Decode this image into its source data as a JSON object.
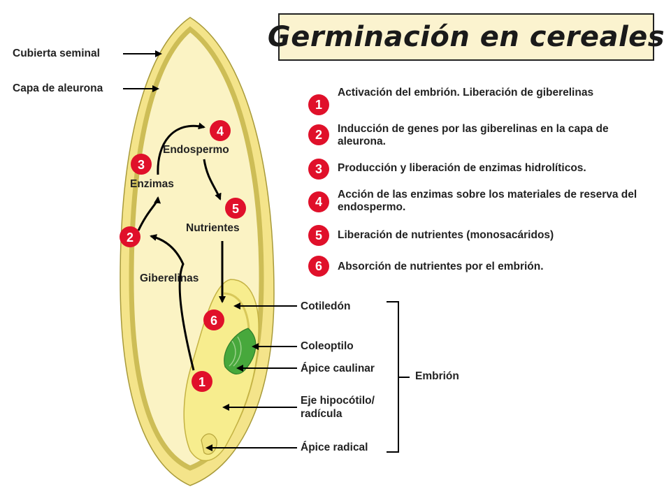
{
  "title": "Germinación en cereales",
  "steps": [
    {
      "number": "1",
      "text": "Activación del embrión. Liberación de giberelinas"
    },
    {
      "number": "2",
      "text": "Inducción de genes por las giberelinas en la capa de aleurona."
    },
    {
      "number": "3",
      "text": "Producción y liberación de enzimas hidrolíticos."
    },
    {
      "number": "4",
      "text": "Acción de las enzimas sobre los materiales de reserva del endospermo."
    },
    {
      "number": "5",
      "text": "Liberación de nutrientes (monosacáridos)"
    },
    {
      "number": "6",
      "text": "Absorción de nutrientes por el embrión."
    }
  ],
  "labels": {
    "seed_coat": "Cubierta seminal",
    "aleurone_layer": "Capa de aleurona",
    "endosperm": "Endospermo",
    "enzymes": "Enzimas",
    "nutrients": "Nutrientes",
    "gibberellins": "Giberelinas",
    "cotyledon": "Cotiledón",
    "coleoptile": "Coleoptilo",
    "shoot_apex": "Ápice caulinar",
    "hypocotyl_axis_line1": "Eje hipocótilo/",
    "hypocotyl_axis_line2": "radícula",
    "root_apex": "Ápice radical",
    "embryo": "Embrión"
  },
  "markers": [
    "1",
    "2",
    "3",
    "4",
    "5",
    "6"
  ],
  "colors": {
    "marker": "#e0102a",
    "seed_outer": "#f4e48a",
    "endosperm": "#fbf3c4",
    "embryo": "#f7ed8e",
    "coleoptile": "#47a83c",
    "title_background": "#fbf3cf"
  }
}
